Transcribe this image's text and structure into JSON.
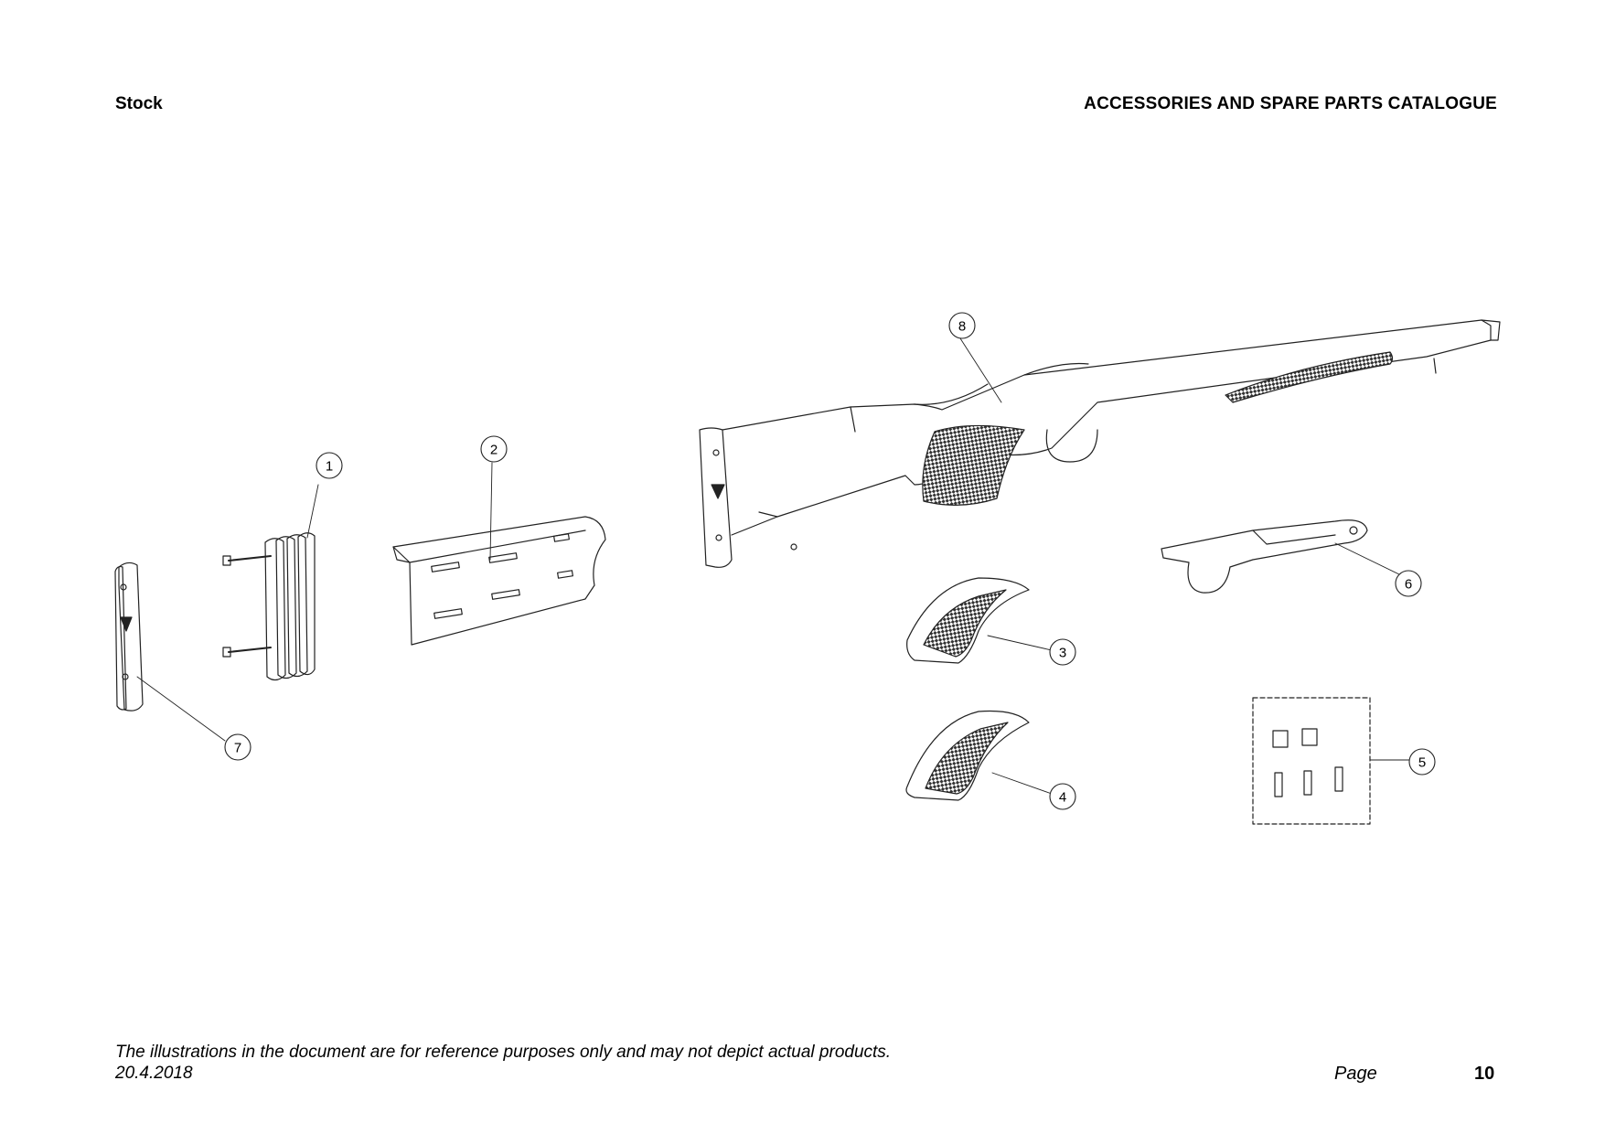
{
  "header": {
    "section": "Stock",
    "catalogue_title": "ACCESSORIES AND SPARE PARTS CATALOGUE"
  },
  "callouts": [
    {
      "number": "1"
    },
    {
      "number": "2"
    },
    {
      "number": "3"
    },
    {
      "number": "4"
    },
    {
      "number": "5"
    },
    {
      "number": "6"
    },
    {
      "number": "7"
    },
    {
      "number": "8"
    }
  ],
  "footer": {
    "disclaimer": "The illustrations in the document are for reference purposes only and may not depict actual products.",
    "date": "20.4.2018",
    "page_label": "Page",
    "page_number": "10"
  }
}
